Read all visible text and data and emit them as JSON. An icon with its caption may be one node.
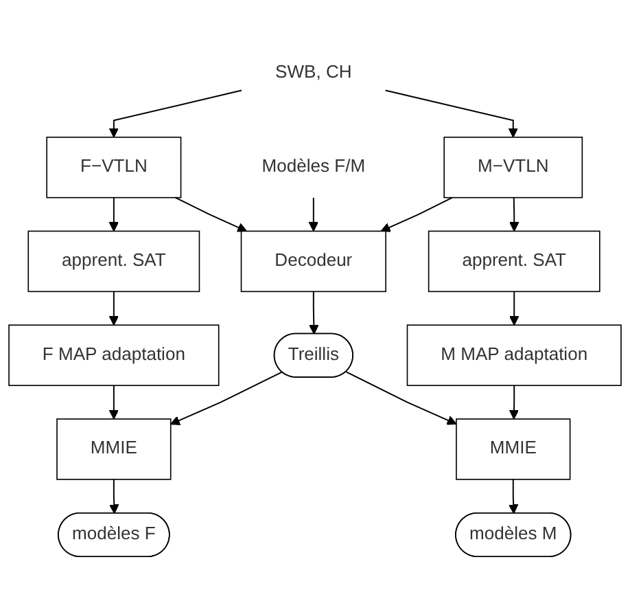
{
  "diagram": {
    "nodes": [
      {
        "text": [
          "SWB, CH"
        ]
      },
      {
        "text": [
          "F−VTLN"
        ]
      },
      {
        "text": [
          "Modèles F/M"
        ]
      },
      {
        "text": [
          "M−VTLN"
        ]
      },
      {
        "text": [
          "apprent. SAT"
        ]
      },
      {
        "text": [
          "Decodeur"
        ]
      },
      {
        "text": [
          "apprent. SAT"
        ]
      },
      {
        "text": [
          "F MAP adaptation"
        ]
      },
      {
        "text": [
          "M MAP adaptation"
        ]
      },
      {
        "text": [
          "Treillis"
        ]
      },
      {
        "text": [
          "MMIE"
        ]
      },
      {
        "text": [
          "MMIE"
        ]
      },
      {
        "text": [
          "modèles F"
        ]
      },
      {
        "text": [
          "modèles M"
        ]
      }
    ],
    "edges": [
      {
        "from": 0,
        "to": 1,
        "arrow": "to"
      },
      {
        "from": 0,
        "to": 3,
        "arrow": "to"
      },
      {
        "from": 2,
        "to": 5,
        "arrow": "to"
      },
      {
        "from": 1,
        "to": 4,
        "arrow": "to"
      },
      {
        "from": 1,
        "to": 5,
        "arrow": "to"
      },
      {
        "from": 3,
        "to": 5,
        "arrow": "to"
      },
      {
        "from": 3,
        "to": 6,
        "arrow": "to"
      },
      {
        "from": 4,
        "to": 7,
        "arrow": "to"
      },
      {
        "from": 6,
        "to": 8,
        "arrow": "to"
      },
      {
        "from": 5,
        "to": 9,
        "arrow": "to"
      },
      {
        "from": 7,
        "to": 10,
        "arrow": "to"
      },
      {
        "from": 9,
        "to": 10,
        "arrow": "to"
      },
      {
        "from": 9,
        "to": 11,
        "arrow": "to"
      },
      {
        "from": 8,
        "to": 11,
        "arrow": "to"
      },
      {
        "from": 10,
        "to": 12,
        "arrow": "to"
      },
      {
        "from": 11,
        "to": 13,
        "arrow": "to"
      }
    ]
  }
}
